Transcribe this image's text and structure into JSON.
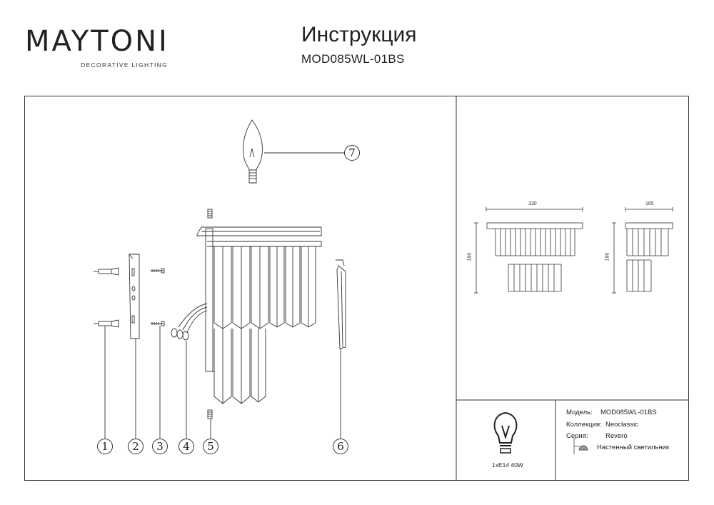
{
  "brand": {
    "name": "MAYTONI",
    "tagline": "DECORATIVE LIGHTING"
  },
  "header": {
    "title": "Инструкция",
    "model": "MOD085WL-01BS"
  },
  "callouts": [
    "1",
    "2",
    "3",
    "4",
    "5",
    "6",
    "7"
  ],
  "dimensions": {
    "front_width": "330",
    "front_height": "190",
    "side_width": "165",
    "side_height": "190"
  },
  "bulb": {
    "spec": "1xE14 40W"
  },
  "specs": {
    "model_label": "Модель:",
    "model_value": "MOD085WL-01BS",
    "collection_label": "Коллекция:",
    "collection_value": "Neoclassic",
    "series_label": "Серия:",
    "series_value": "Revero",
    "type_value": "Настенный светильник"
  },
  "colors": {
    "line": "#333333",
    "accent": "#6a1b5e"
  }
}
